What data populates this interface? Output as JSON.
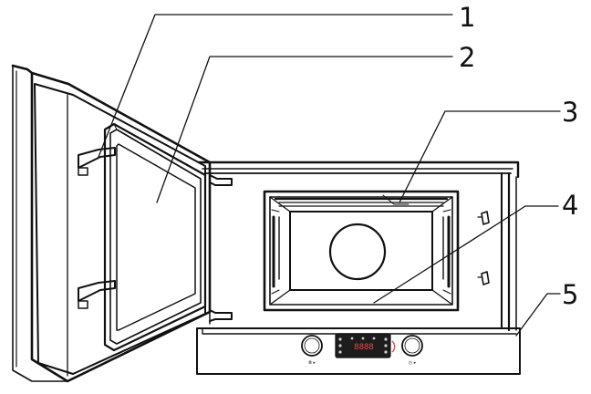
{
  "callouts": [
    {
      "number": "1",
      "part": "door-hinge-latch"
    },
    {
      "number": "2",
      "part": "door-window"
    },
    {
      "number": "3",
      "part": "cavity-top-grill"
    },
    {
      "number": "4",
      "part": "cavity-floor"
    },
    {
      "number": "5",
      "part": "control-panel"
    }
  ],
  "control_panel": {
    "display_digits": "8888",
    "left_knob_caption": "⦾ ▸",
    "right_knob_caption": "◷ ▸"
  },
  "colors": {
    "line": "#111111",
    "display_background": "#1d1d1d",
    "display_text": "#e84a4a"
  }
}
